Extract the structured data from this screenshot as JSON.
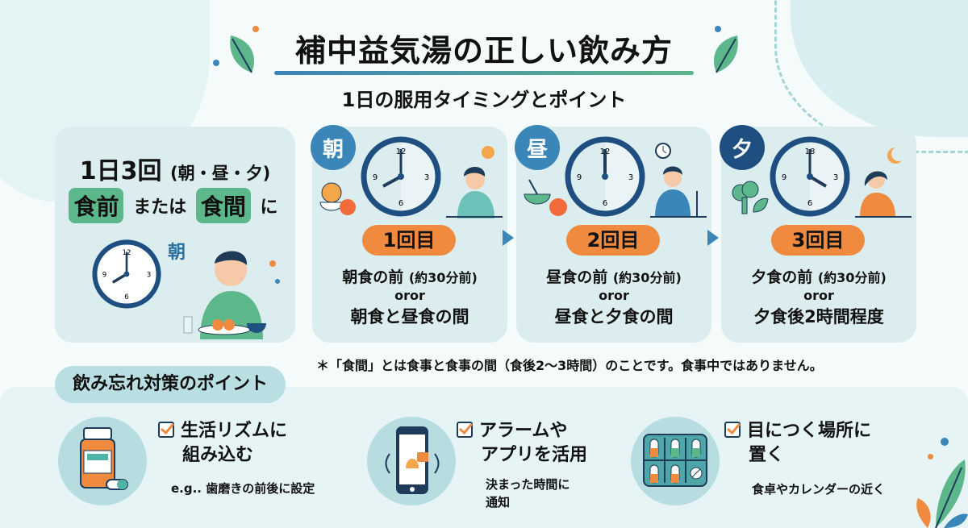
{
  "header": {
    "title": "補中益気湯の正しい飲み方",
    "subtitle": "1日の服用タイミングとポイント"
  },
  "summary_card": {
    "line1_main": "1日3回",
    "line1_paren": "(朝・昼・夕)",
    "highlight1": "食前",
    "connector": "または",
    "highlight2": "食間",
    "suffix": "に",
    "illustration_label": "朝"
  },
  "steps": [
    {
      "badge": "朝",
      "pill": "1回目",
      "line1_main": "朝食の前",
      "line1_paren": "(約30分前)",
      "or": "oror",
      "line2": "朝食と昼食の間",
      "clock_top_number": "12"
    },
    {
      "badge": "昼",
      "pill": "2回目",
      "line1_main": "昼食の前",
      "line1_paren": "(約30分前)",
      "or": "oror",
      "line2": "昼食と夕食の間",
      "clock_top_number": "12"
    },
    {
      "badge": "夕",
      "pill": "3回目",
      "line1_main": "夕食の前",
      "line1_paren": "(約30分前)",
      "or": "oror",
      "line2": "夕食後2時間程度",
      "clock_top_number": "18"
    }
  ],
  "note": "＊「食間」とは食事と食事の間（食後2〜3時間）のことです。食事中ではありません。",
  "tips": {
    "header": "飲み忘れ対策のポイント",
    "items": [
      {
        "icon": "medicine-bottle-icon",
        "title_line1": "生活リズムに",
        "title_line2": "組み込む",
        "sub_line1": "e.g.. 歯磨きの前後に設定",
        "sub_line2": ""
      },
      {
        "icon": "phone-alarm-icon",
        "title_line1": "アラームや",
        "title_line2": "アプリを活用",
        "sub_line1": "決まった時間に",
        "sub_line2": "通知"
      },
      {
        "icon": "pill-case-icon",
        "title_line1": "目につく場所に",
        "title_line2": "置く",
        "sub_line1": "食卓やカレンダーの近く",
        "sub_line2": ""
      }
    ]
  },
  "colors": {
    "accent_orange": "#f08a3e",
    "accent_blue": "#3a86b8",
    "accent_green": "#5cb88a",
    "card_bg": "#dcedef",
    "navy": "#1e4f80"
  }
}
